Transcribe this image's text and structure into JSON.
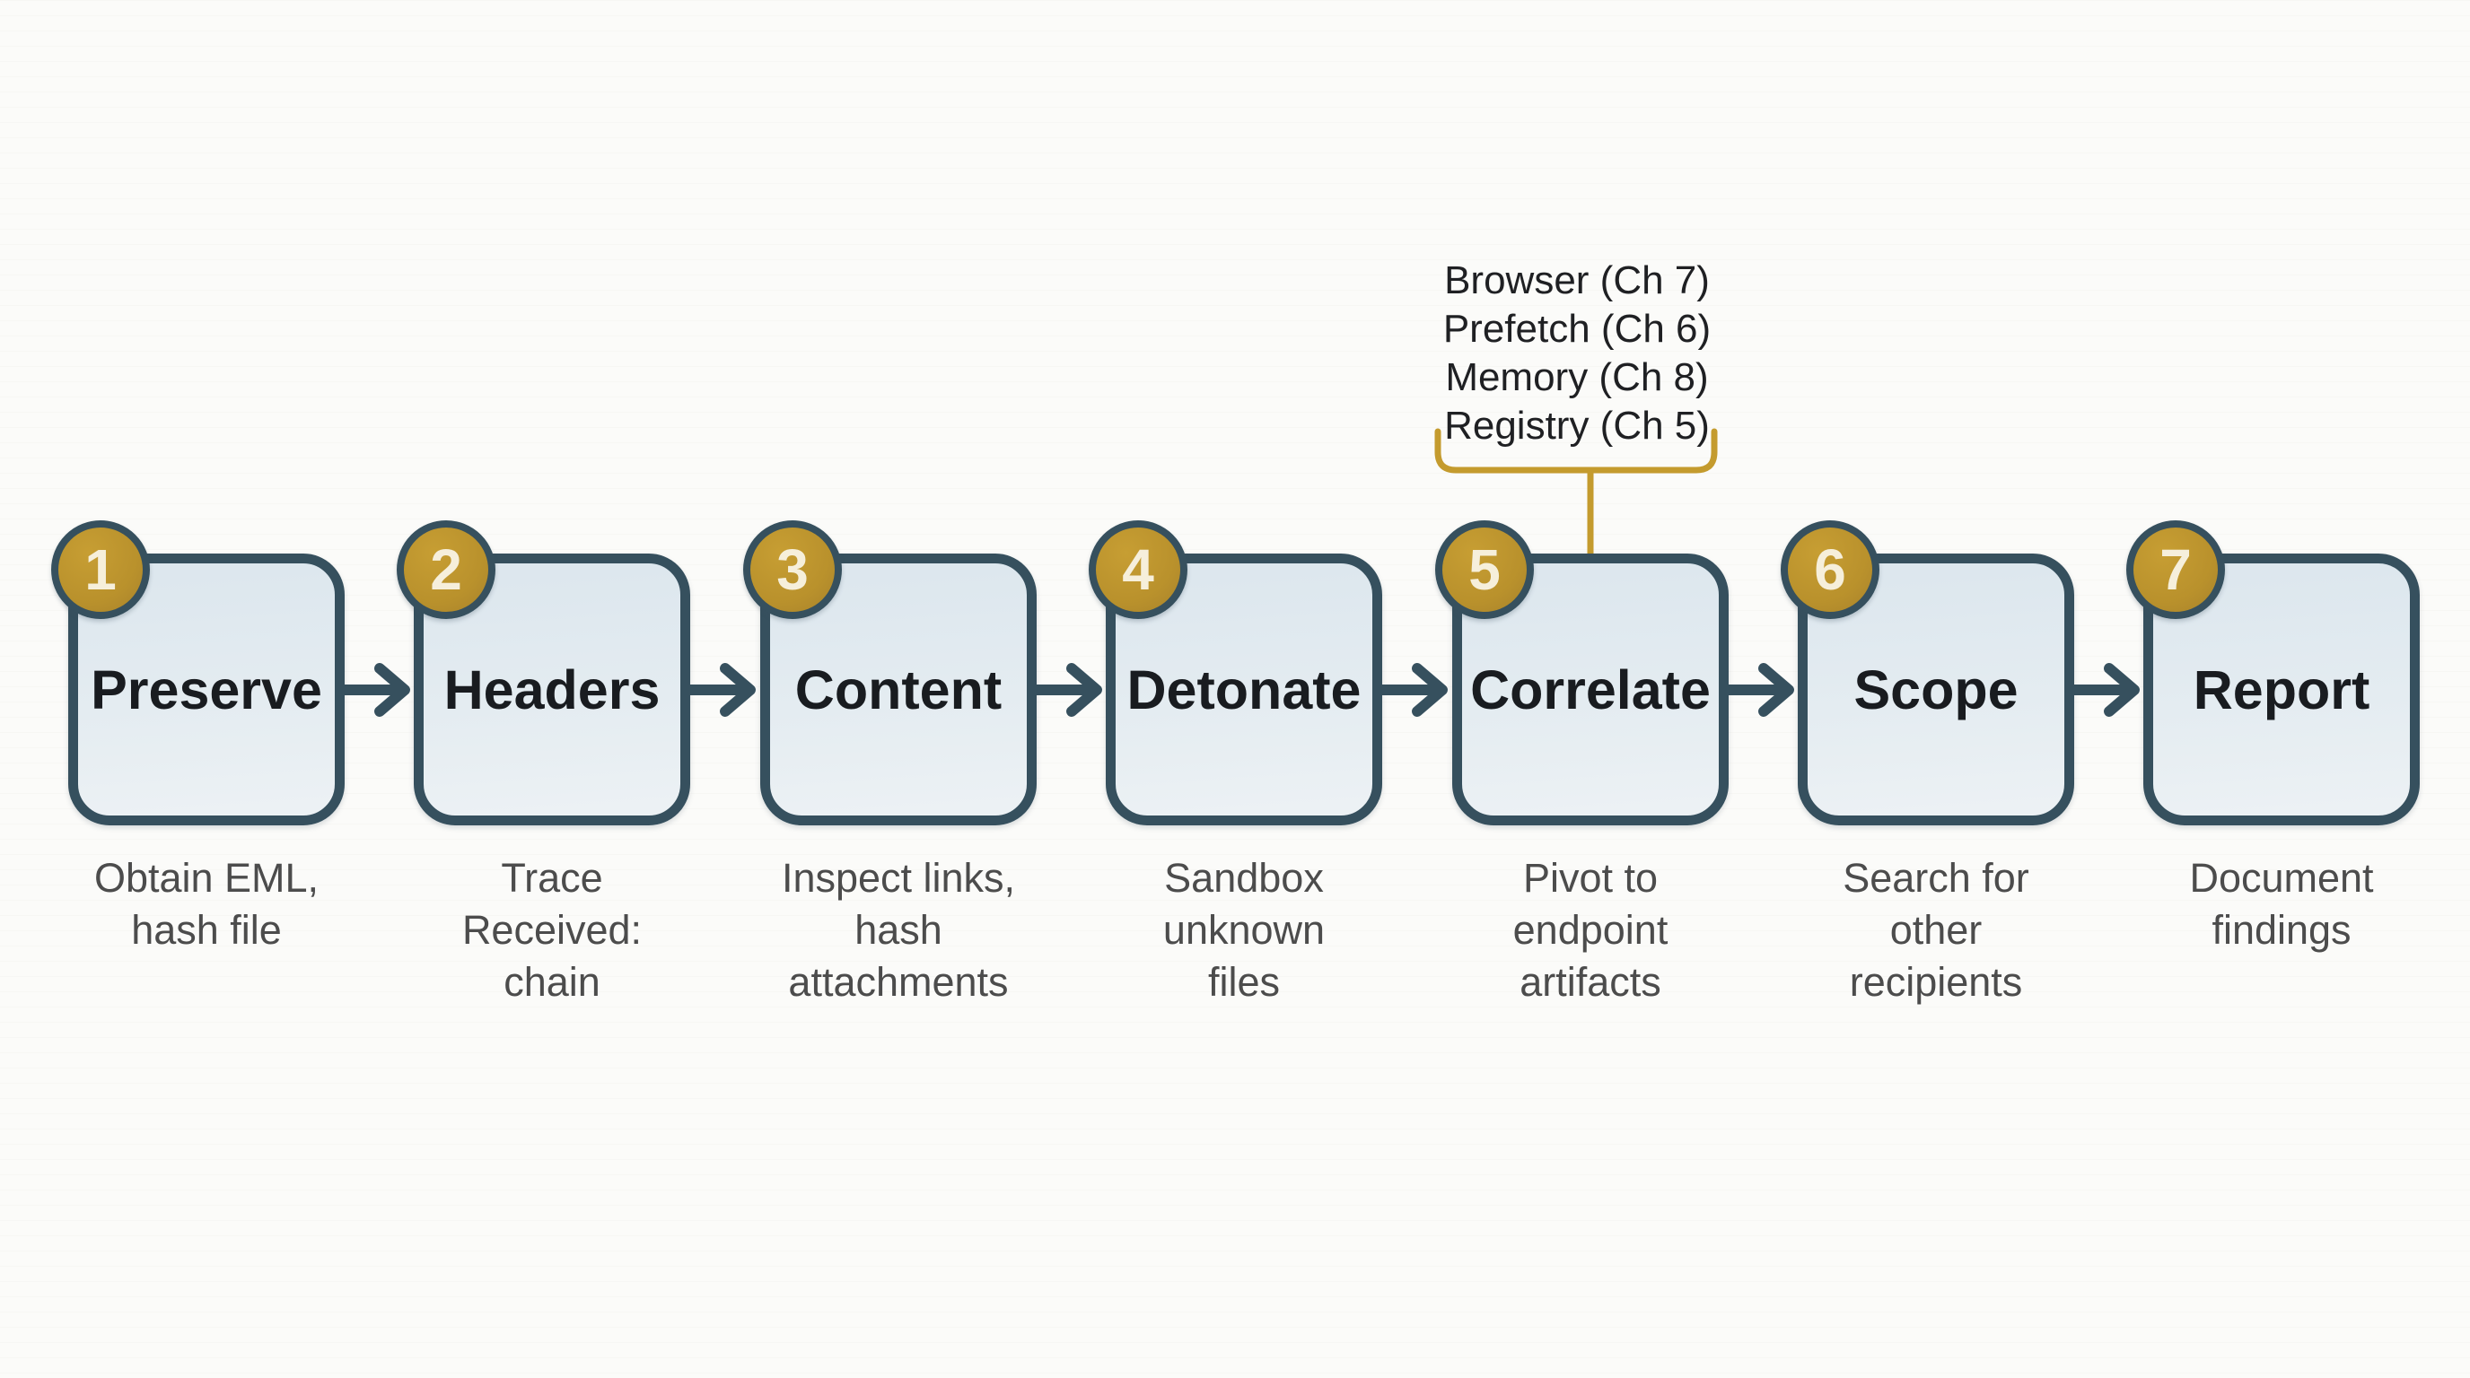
{
  "diagram": {
    "title": "email-triage-workflow",
    "annotation": {
      "lines": [
        "Browser (Ch 7)",
        "Prefetch (Ch 6)",
        "Memory (Ch 8)",
        "Registry (Ch 5)"
      ],
      "attached_to_step": "Correlate"
    },
    "steps": [
      {
        "num": "1",
        "label": "Preserve",
        "detail": "Obtain EML,\nhash file"
      },
      {
        "num": "2",
        "label": "Headers",
        "detail": "Trace\nReceived:\nchain"
      },
      {
        "num": "3",
        "label": "Content",
        "detail": "Inspect links,\nhash\nattachments"
      },
      {
        "num": "4",
        "label": "Detonate",
        "detail": "Sandbox\nunknown\nfiles"
      },
      {
        "num": "5",
        "label": "Correlate",
        "detail": "Pivot to\nendpoint\nartifacts"
      },
      {
        "num": "6",
        "label": "Scope",
        "detail": "Search for\nother\nrecipients"
      },
      {
        "num": "7",
        "label": "Report",
        "detail": "Document\nfindings"
      }
    ],
    "colors": {
      "background": "#fbfbf9",
      "box_border_slate": "#36505e",
      "box_fill": "#dde7ee",
      "badge_gold": "#b9912c",
      "bracket_gold": "#c49b2e",
      "label_ink": "#191c20",
      "detail_ink": "#4c4c4c",
      "badge_number_ink": "#f6efdb"
    }
  }
}
